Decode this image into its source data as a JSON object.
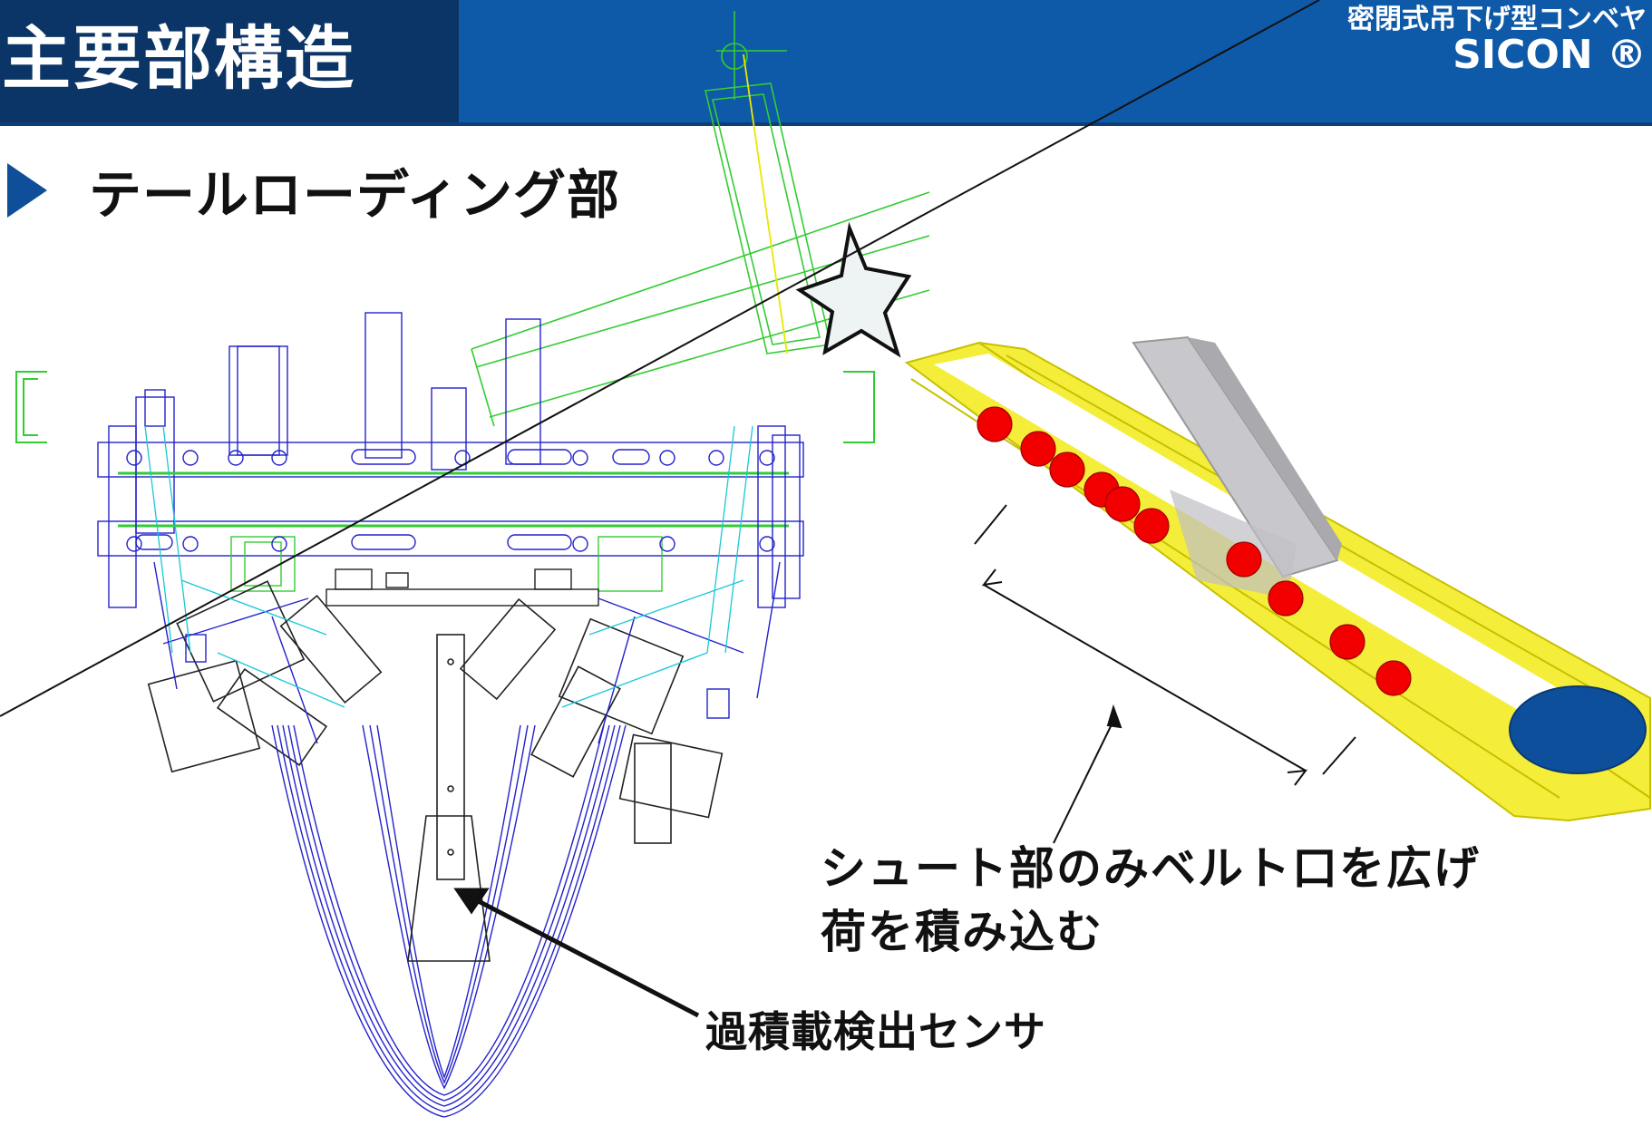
{
  "header": {
    "title": "主要部構造",
    "brand_subtitle": "密閉式吊下げ型コンベヤ",
    "brand_name": "SICON ®"
  },
  "section": {
    "title": "テールローディング部",
    "marker_icon": "triangle-right-icon"
  },
  "callouts": {
    "belt_line1": "シュート部のみベルト口を広げ",
    "belt_line2": "荷を積み込む",
    "sensor": "過積載検出センサ"
  },
  "icons": {
    "star": "seven-point-star-icon"
  },
  "colors": {
    "header_blue": "#0f5aa8",
    "title_navy": "#0b3566",
    "cad_blue": "#2222cc",
    "cad_cyan": "#18c8d8",
    "cad_green": "#33cc33",
    "belt_yellow": "#f4ee3a",
    "load_red": "#f20000",
    "pulley_blue": "#0d4f9a"
  }
}
